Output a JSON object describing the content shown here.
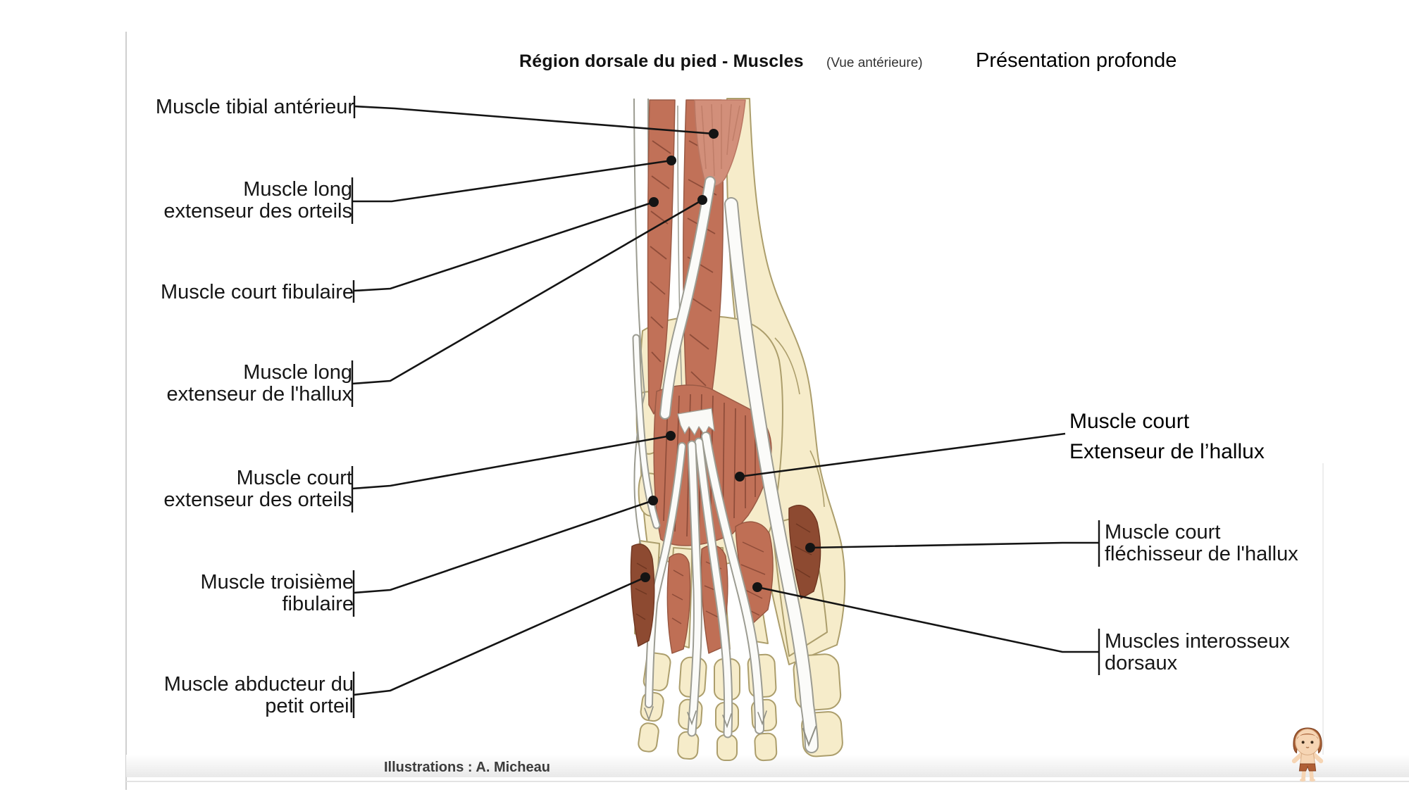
{
  "page": {
    "title": "Région dorsale du pied - Muscles",
    "subtitle": "(Vue antérieure)",
    "presentation": "Présentation profonde",
    "credit": "Illustrations : A. Micheau"
  },
  "labels": {
    "left": [
      {
        "lines": [
          "Muscle tibial antérieur"
        ]
      },
      {
        "lines": [
          "Muscle long",
          "extenseur des orteils"
        ]
      },
      {
        "lines": [
          "Muscle court fibulaire"
        ]
      },
      {
        "lines": [
          "Muscle long",
          "extenseur de l'hallux"
        ]
      },
      {
        "lines": [
          "Muscle court",
          "extenseur des orteils"
        ]
      },
      {
        "lines": [
          "Muscle troisième",
          "fibulaire"
        ]
      },
      {
        "lines": [
          "Muscle abducteur du",
          "petit orteil"
        ]
      }
    ],
    "right": [
      {
        "lines": [
          "Muscle court",
          "Extenseur de l’hallux"
        ]
      },
      {
        "lines": [
          "Muscle court",
          "fléchisseur de l'hallux"
        ]
      },
      {
        "lines": [
          "Muscles interosseux",
          "dorsaux"
        ]
      }
    ]
  },
  "icons": {
    "figure": "human-figure-icon"
  },
  "colors": {
    "muscle": "#c17158",
    "muscle_striation": "#8e4c39",
    "muscle_light": "#d28f7a",
    "muscle_dark": "#8d4a31",
    "bone": "#f6ecca",
    "bone_outline": "#ac9e6c",
    "leader_line": "#141414"
  }
}
